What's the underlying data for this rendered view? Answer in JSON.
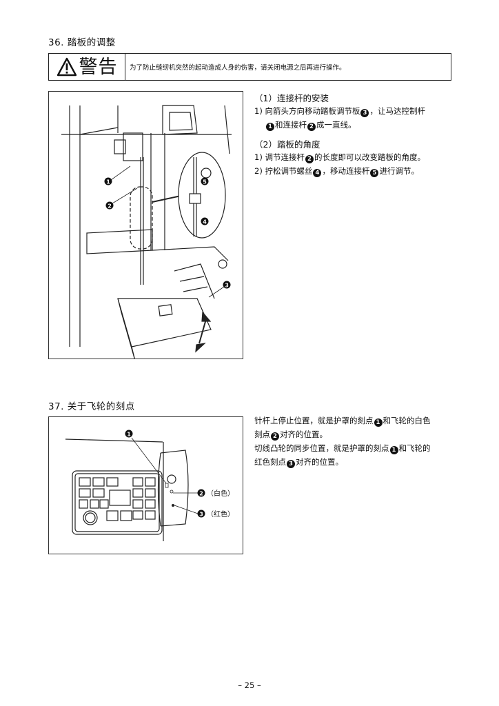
{
  "section36": {
    "heading": "36.  踏板的调整",
    "warning": {
      "word": "警告",
      "icon": "warning-triangle-icon",
      "text": "为了防止缝纫机突然的起动造成人身的伤害，请关闭电源之后再进行操作。"
    },
    "figure": {
      "callouts": [
        "1",
        "2",
        "3",
        "4",
        "5"
      ]
    },
    "sub1": {
      "title": "（1）连接杆的安装",
      "line1": {
        "prefix": "1) 向箭头方向移动踏板调节板",
        "mark": "3",
        "suffix": "，让马达控制杆"
      },
      "line2": {
        "markA": "1",
        "middle": "和连接杆",
        "markB": "2",
        "suffix": "成一直线。"
      }
    },
    "sub2": {
      "title": "（2）踏板的角度",
      "line1": {
        "prefix": "1) 调节连接杆",
        "mark": "2",
        "suffix": "的长度即可以改变踏板的角度。"
      },
      "line2": {
        "prefix": "2) 拧松调节螺丝",
        "markA": "4",
        "middle": "，移动连接杆",
        "markB": "5",
        "suffix": "进行调节。"
      }
    }
  },
  "section37": {
    "heading": "37.  关于飞轮的刻点",
    "figure": {
      "callout1": "1",
      "callout2": "2",
      "callout2_label": "（白色）",
      "callout3": "3",
      "callout3_label": "（红色）"
    },
    "para": {
      "l1": {
        "prefix": "针杆上停止位置，就是护罩的刻点",
        "markA": "1",
        "suffix": "和飞轮的白色"
      },
      "l2": {
        "prefix": "刻点",
        "mark": "2",
        "suffix": "对齐的位置。"
      },
      "l3": {
        "prefix": "切线凸轮的同步位置，就是护罩的刻点",
        "markA": "1",
        "suffix": "和飞轮的"
      },
      "l4": {
        "prefix": "红色刻点",
        "mark": "3",
        "suffix": "对齐的位置。"
      }
    }
  },
  "page_number": "– 25 –"
}
